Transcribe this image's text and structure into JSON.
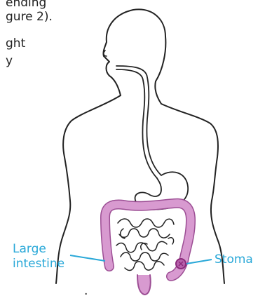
{
  "text": {
    "line1": "ending",
    "line2": "gure 2).",
    "line3": "ght",
    "line4": "y",
    "line5": "."
  },
  "labels": {
    "large_intestine_line1": "Large",
    "large_intestine_line2": "intestine",
    "stoma": "Stoma"
  },
  "colors": {
    "outline": "#222222",
    "intestine": "#d89ad0",
    "intestine_stroke": "#9c4e94",
    "stoma": "#8a2a7a",
    "label": "#29a8d8",
    "leader": "#29a8d8"
  }
}
